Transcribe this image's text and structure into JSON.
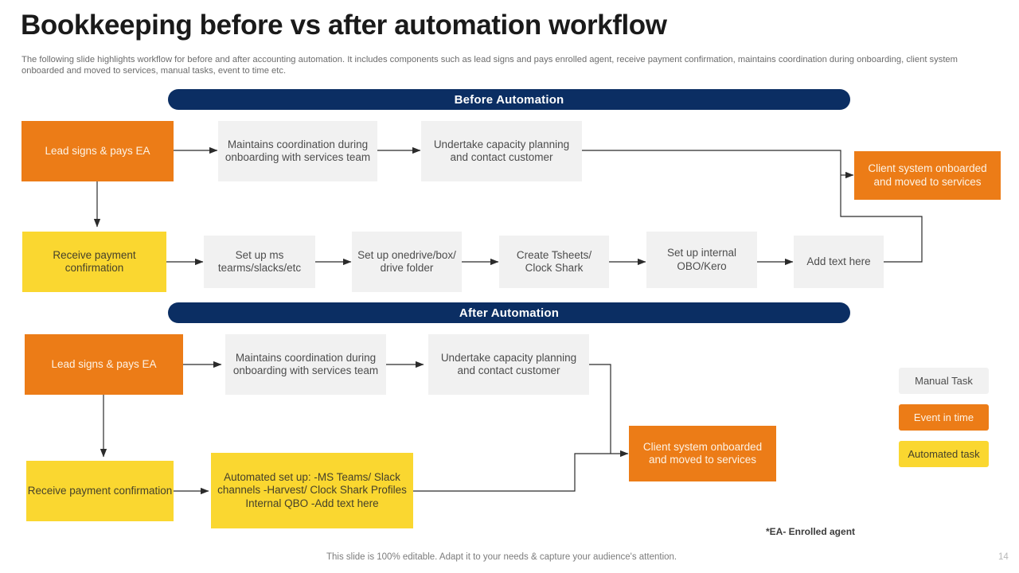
{
  "header": {
    "title": "Bookkeeping before vs after automation workflow",
    "subtitle": "The following slide highlights workflow for before and after accounting automation. It includes components such as lead signs and pays enrolled agent, receive payment confirmation, maintains coordination during onboarding, client system onboarded and moved to services, manual tasks, event to time etc."
  },
  "sections": {
    "before": {
      "banner": "Before Automation"
    },
    "after": {
      "banner": "After Automation"
    }
  },
  "before_nodes": {
    "lead_signs": "Lead signs & pays EA",
    "maintains_coordination": "Maintains  coordination during onboarding with services team",
    "undertake_capacity": "Undertake  capacity planning  and contact customer",
    "client_system": "Client system onboarded and moved to services",
    "receive_payment": "Receive payment confirmation",
    "setup_ms": "Set up ms tearms/slacks/etc",
    "setup_onedrive": "Set up onedrive/box/ drive folder",
    "create_tsheets": "Create Tsheets/ Clock Shark",
    "setup_obo": "Set up internal OBO/Kero",
    "add_text_here": "Add text here"
  },
  "after_nodes": {
    "lead_signs": "Lead signs & pays EA",
    "maintains_coordination": "Maintains  coordination during onboarding with services team",
    "undertake_capacity": "Undertake capacity planning  and contact customer",
    "client_system": "Client system onboarded and moved to services",
    "receive_payment": "Receive payment confirmation",
    "automated_setup": "Automated set up: -MS Teams/ Slack channels -Harvest/ Clock Shark Profiles Internal QBO -Add text here"
  },
  "legend": {
    "manual": "Manual Task",
    "event": "Event in time",
    "automated": "Automated task"
  },
  "footnote": "*EA- Enrolled agent",
  "footer": "This slide is 100% editable. Adapt it to your needs & capture your audience's attention.",
  "page_number": "14",
  "colors": {
    "navy": "#0b2e63",
    "orange": "#ec7c17",
    "yellow": "#fad730",
    "grey": "#f1f1f1",
    "connector": "#2b2b2b"
  }
}
